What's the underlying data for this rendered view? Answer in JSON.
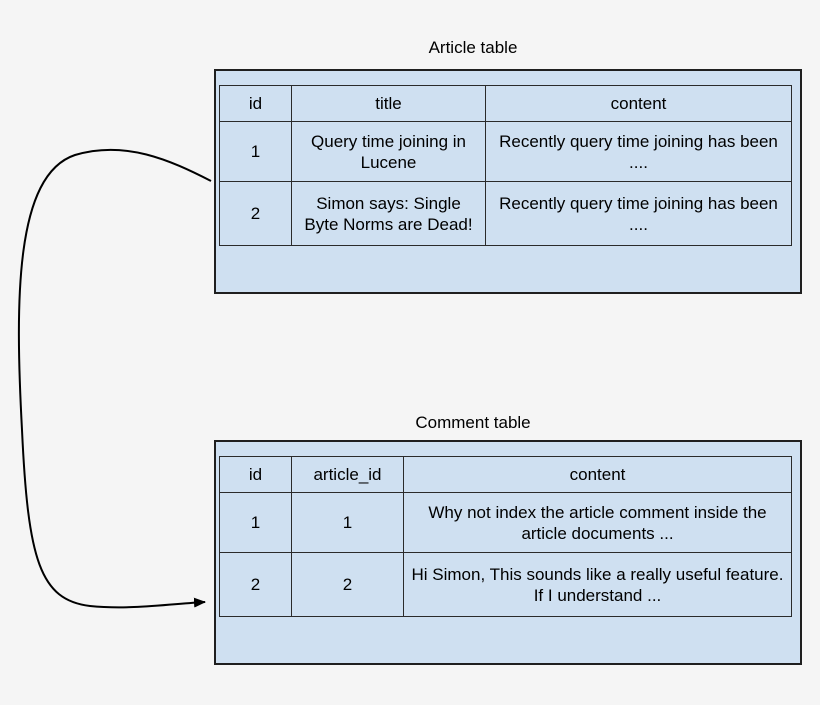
{
  "article_table": {
    "caption": "Article table",
    "columns": [
      "id",
      "title",
      "content"
    ],
    "rows": [
      [
        "1",
        "Query time joining in Lucene",
        "Recently query time joining has been ...."
      ],
      [
        "2",
        "Simon says: Single Byte Norms are Dead!",
        "Recently query time joining has been ...."
      ]
    ]
  },
  "comment_table": {
    "caption": "Comment table",
    "columns": [
      "id",
      "article_id",
      "content"
    ],
    "rows": [
      [
        "1",
        "1",
        "Why not index the article comment inside the article documents ..."
      ],
      [
        "2",
        "2",
        "Hi Simon, This sounds like a really useful feature. If I understand ..."
      ]
    ]
  },
  "connector": {
    "from": "article_table",
    "to": "comment_table",
    "style": "arrow"
  }
}
